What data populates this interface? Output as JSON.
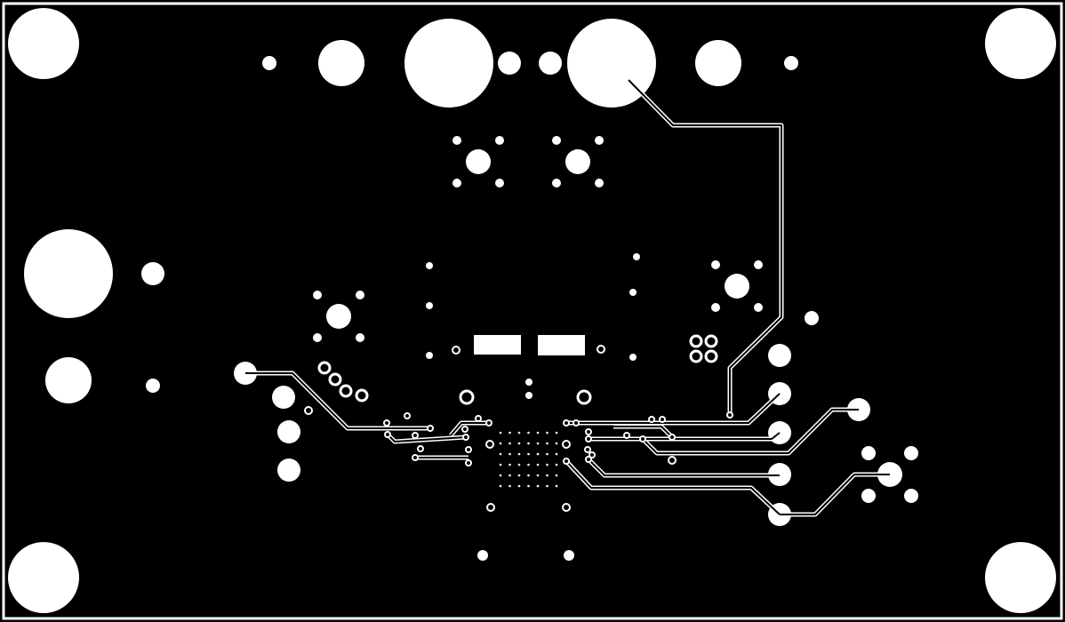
{
  "board": {
    "background_color": "#000000",
    "copper_color": "#ffffff",
    "layer": "bottom copper",
    "drill_summary": {
      "mounting_holes": 4,
      "fiducial_grid": "7x6"
    }
  }
}
